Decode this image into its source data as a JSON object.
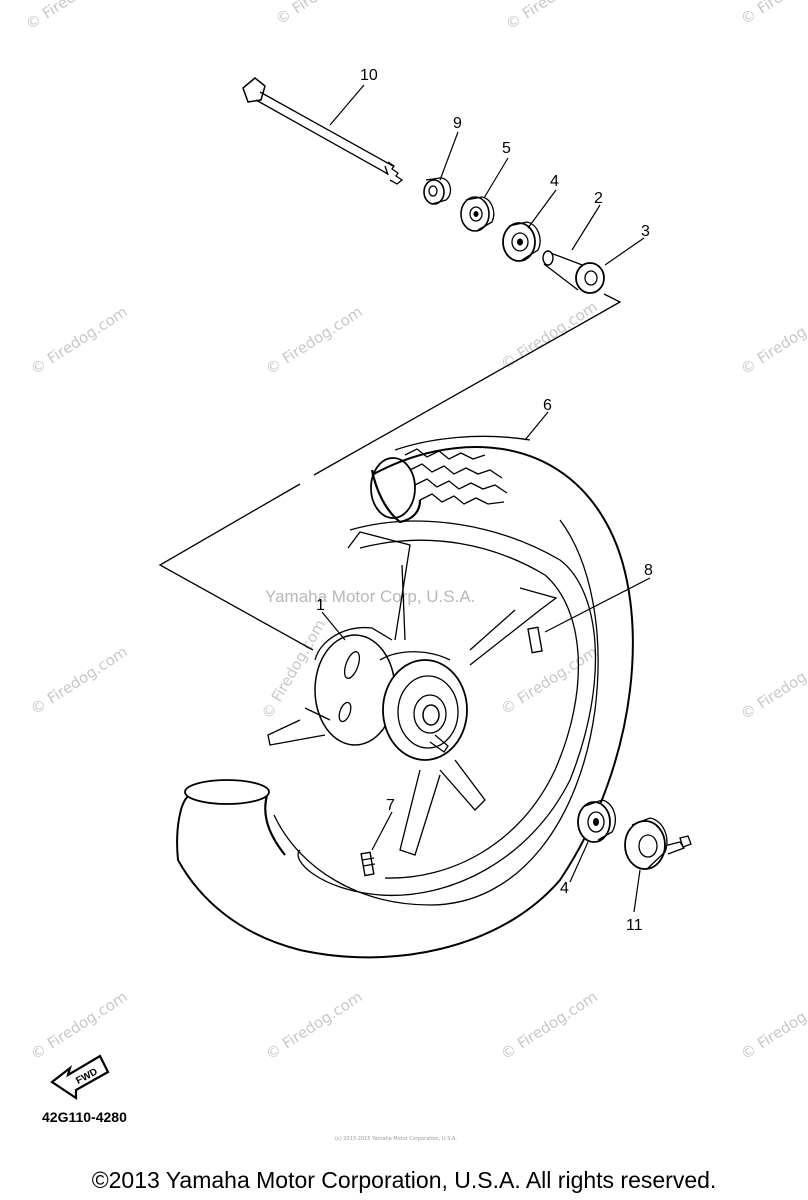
{
  "diagram": {
    "callouts": {
      "c1": "1",
      "c2": "2",
      "c3": "3",
      "c4a": "4",
      "c4b": "4",
      "c5": "5",
      "c6": "6",
      "c7": "7",
      "c8": "8",
      "c9": "9",
      "c10": "10",
      "c11": "11"
    },
    "fwd_label": "FWD",
    "part_number": "42G110-4280",
    "center_watermark": "Yamaha Motor Corp, U.S.A.",
    "watermark": "© Firedog.com",
    "tiny_notice": "(c) 2013-2015 Yamaha Motor Corporation, U.S.A."
  },
  "footer": {
    "copyright": "©2013 Yamaha Motor Corporation, U.S.A. All rights reserved."
  },
  "colors": {
    "ink": "#000000",
    "watermark": "#c8c8c8",
    "background": "#ffffff"
  }
}
